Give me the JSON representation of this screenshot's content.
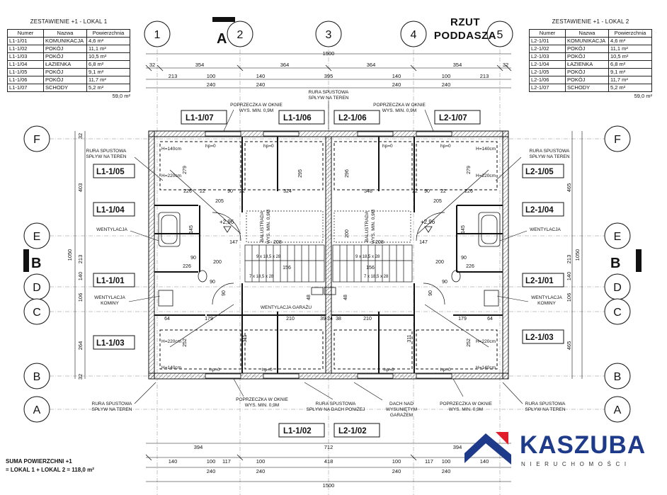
{
  "heading": {
    "line1": "RZUT",
    "line2": "PODDASZA"
  },
  "section_markers": {
    "a": "A",
    "b_left": "B",
    "b_right": "B"
  },
  "tables": [
    {
      "title": "ZESTAWIENIE +1 - LOKAL 1",
      "headers": [
        "Numer",
        "Nazwa",
        "Powierzchnia"
      ],
      "rows": [
        [
          "L1-1/01",
          "KOMUNIKACJA",
          "4,6 m²"
        ],
        [
          "L1-1/02",
          "POKÓJ",
          "11,1 m²"
        ],
        [
          "L1-1/03",
          "POKÓJ",
          "10,5 m²"
        ],
        [
          "L1-1/04",
          "ŁAZIENKA",
          "6,8 m²"
        ],
        [
          "L1-1/05",
          "POKÓJ",
          "9,1 m²"
        ],
        [
          "L1-1/06",
          "POKÓJ",
          "11,7 m²"
        ],
        [
          "L1-1/07",
          "SCHODY",
          "5,2 m²"
        ]
      ],
      "total": "59,0 m²"
    },
    {
      "title": "ZESTAWIENIE +1 - LOKAL 2",
      "headers": [
        "Numer",
        "Nazwa",
        "Powierzchnia"
      ],
      "rows": [
        [
          "L2-1/01",
          "KOMUNIKACJA",
          "4,6 m²"
        ],
        [
          "L2-1/02",
          "POKÓJ",
          "11,1 m²"
        ],
        [
          "L2-1/03",
          "POKÓJ",
          "10,5 m²"
        ],
        [
          "L2-1/04",
          "ŁAZIENKA",
          "6,8 m²"
        ],
        [
          "L2-1/05",
          "POKÓJ",
          "9,1 m²"
        ],
        [
          "L2-1/06",
          "POKÓJ",
          "11,7 m²"
        ],
        [
          "L2-1/07",
          "SCHODY",
          "5,2 m²"
        ]
      ],
      "total": "59,0 m²"
    }
  ],
  "summary": {
    "line1": "SUMA POWIERZCHNI +1",
    "line2": "= LOKAL 1 + LOKAL 2 = 118,0 m²"
  },
  "logo": {
    "name": "KASZUBA",
    "tagline": "NIERUCHOMOŚCI",
    "color": "#1e3a8a",
    "accent": "#e11d2a"
  },
  "grid_axes": {
    "columns": [
      "1",
      "2",
      "3",
      "4",
      "5"
    ],
    "rows_left": [
      "F",
      "E",
      "D",
      "C",
      "B",
      "A"
    ],
    "rows_right": [
      "F",
      "E",
      "D",
      "C",
      "B",
      "A"
    ]
  },
  "dimensions": {
    "top_total": "1500",
    "top_line1": [
      "32",
      "354",
      "364",
      "364",
      "354",
      "32"
    ],
    "top_line2": [
      "213",
      "100",
      "140",
      "395",
      "140",
      "100",
      "213"
    ],
    "top_line3": [
      "240",
      "240",
      "240",
      "240"
    ],
    "left_total": "1050",
    "left_chain": [
      "32",
      "403",
      "213",
      "140",
      "106",
      "264",
      "32"
    ],
    "right_chain": [
      "465",
      "213",
      "140",
      "106",
      "465"
    ],
    "bottom_line1": [
      "394",
      "712",
      "394"
    ],
    "bottom_line2": [
      "140",
      "100",
      "117",
      "100",
      "418",
      "100",
      "117",
      "100",
      "140"
    ],
    "bottom_line3": [
      "240",
      "240",
      "240",
      "240"
    ],
    "bottom_total": "1500"
  },
  "room_tags": {
    "l1_07": "L1-1/07",
    "l1_06": "L1-1/06",
    "l2_06": "L2-1/06",
    "l2_07": "L2-1/07",
    "l1_05": "L1-1/05",
    "l1_04": "L1-1/04",
    "l1_01": "L1-1/01",
    "l1_03": "L1-1/03",
    "l2_05": "L2-1/05",
    "l2_04": "L2-1/04",
    "l2_01": "L2-1/01",
    "l2_03": "L2-1/03",
    "l1_02": "L1-1/02",
    "l2_02": "L2-1/02"
  },
  "annotations": {
    "rura_top_a": "RURA SPUSTOWA",
    "rura_top_b": "SPŁYW NA TEREN",
    "okno_top_l_a": "POPRZECZKA W OKNIE",
    "okno_top_l_b": "WYS. MIN. 0,9M",
    "okno_top_r_a": "POPRZECZKA W OKNIE",
    "okno_top_r_b": "WYS. MIN. 0,9M",
    "rura_left_a": "RURA SPUSTOWA",
    "rura_left_b": "SPŁYW NA TEREN",
    "rura_right_a": "RURA SPUSTOWA",
    "rura_right_b": "SPŁYW NA TEREN",
    "went_l": "WENTYLACJA",
    "went_r": "WENTYLACJA",
    "went_kom_l_a": "WENTYLACJA",
    "went_kom_l_b": "KOMINY",
    "went_kom_r_a": "WENTYLACJA",
    "went_kom_r_b": "KOMINY",
    "went_garaz": "WENTYLACJA GARAŻU",
    "bal_l_a": "BALUSTRADA",
    "bal_l_b": "WYS. MIN. 0,9M",
    "bal_r_a": "BALUSTRADA",
    "bal_r_b": "WYS. MIN. 0,9M",
    "rura_bl_a": "RURA SPUSTOWA",
    "rura_bl_b": "SPŁYW NA TEREN",
    "okno_bl_a": "POPRZECZKA W OKNIE",
    "okno_bl_b": "WYS. MIN. 0,9M",
    "rura_bc_a": "RURA SPUSTOWA",
    "rura_bc_b": "SPŁYW NA DACH PONIŻEJ",
    "dach_a": "DACH NAD",
    "dach_b": "WYSUNIĘTYM",
    "dach_c": "GARAŻEM",
    "okno_br_a": "POPRZECZKA W OKNIE",
    "okno_br_b": "WYS. MIN. 0,9M",
    "rura_br_a": "RURA SPUSTOWA",
    "rura_br_b": "SPŁYW NA TEREN"
  },
  "room_marks": {
    "h140_tl": "H=140cm",
    "h220_tl": "H=220cm",
    "h220_bl": "H=220cm",
    "h140_bl": "H=140cm",
    "h140_tr": "H=140cm",
    "h220_tr": "H=220cm",
    "h220_br": "H=220cm",
    "h140_br": "H=140cm",
    "hp0": "hp=0",
    "lvl_l": "+2,96",
    "lvl_r": "+2,96",
    "stairs_l1": "9 x 18,5 x 28",
    "stairs_l2": "7 x 18,5 x 28",
    "stairs_r1": "9 x 18,5 x 28",
    "stairs_r2": "7 x 18,5 x 28"
  },
  "inner_dims": [
    "226",
    "324",
    "348",
    "226",
    "205",
    "205",
    "90",
    "90",
    "22",
    "22",
    "22",
    "22",
    "295",
    "296",
    "279",
    "279",
    "147",
    "208",
    "208",
    "147",
    "156",
    "156",
    "90",
    "90",
    "200",
    "200",
    "226",
    "226",
    "90",
    "90",
    "179",
    "179",
    "64",
    "64",
    "210",
    "210",
    "252",
    "252",
    "311",
    "311",
    "39",
    "24",
    "38",
    "200",
    "90",
    "90",
    "48",
    "48",
    "145",
    "145"
  ]
}
